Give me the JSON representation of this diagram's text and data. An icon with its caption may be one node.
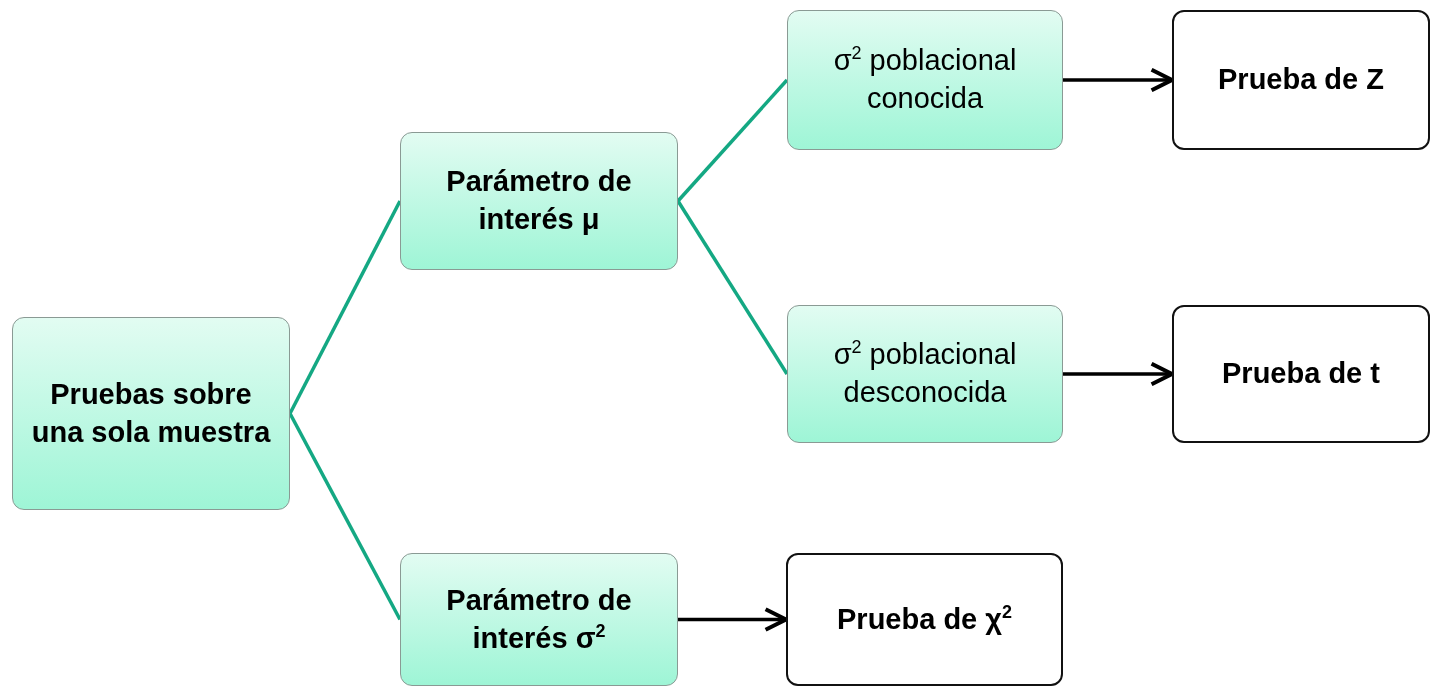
{
  "diagram": {
    "nodes": [
      {
        "text": [
          "Pruebas sobre una sola muestra"
        ]
      },
      {
        "text": [
          "Parámetro de interés μ"
        ]
      },
      {
        "text": [
          "σ$^{2}$ poblacional conocida"
        ]
      },
      {
        "text": [
          "Prueba de Z"
        ]
      },
      {
        "text": [
          "σ$^{2}$ poblacional desconocida"
        ]
      },
      {
        "text": [
          "Prueba de t"
        ]
      },
      {
        "text": [
          "Parámetro de interés σ$^{2}$"
        ]
      },
      {
        "text": [
          "Prueba de χ$^{2}$"
        ]
      }
    ],
    "edges": [
      {
        "from": 0,
        "to": 1,
        "arrow": "none"
      },
      {
        "from": 0,
        "to": 6,
        "arrow": "none"
      },
      {
        "from": 1,
        "to": 2,
        "arrow": "none"
      },
      {
        "from": 1,
        "to": 4,
        "arrow": "none"
      },
      {
        "from": 2,
        "to": 3,
        "arrow": "to",
        "color": "#000000"
      },
      {
        "from": 4,
        "to": 5,
        "arrow": "to",
        "color": "#000000"
      },
      {
        "from": 6,
        "to": 7,
        "arrow": "to",
        "color": "#000000"
      }
    ]
  }
}
